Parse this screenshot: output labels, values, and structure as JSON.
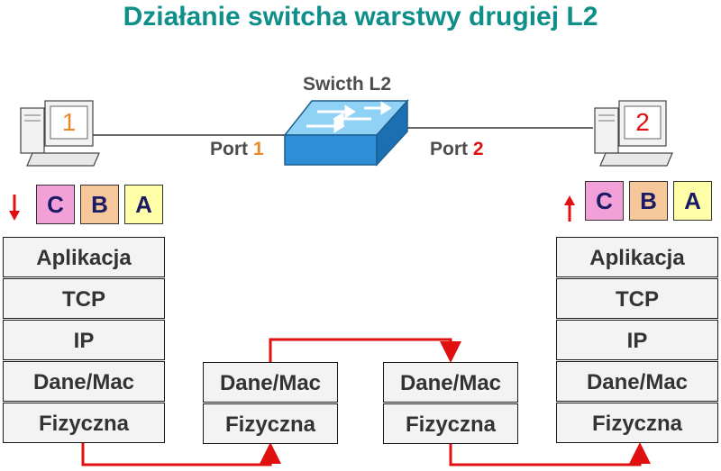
{
  "title": "Działanie switcha warstwy drugiej L2",
  "switch": {
    "label": "Swicth L2"
  },
  "ports": [
    {
      "label": "Port ",
      "number": "1"
    },
    {
      "label": "Port ",
      "number": "2"
    }
  ],
  "hosts": [
    {
      "number": "1",
      "number_color": "#e8892a"
    },
    {
      "number": "2",
      "number_color": "#e01010"
    }
  ],
  "blocks": {
    "left": [
      "C",
      "B",
      "A"
    ],
    "right": [
      "C",
      "B",
      "A"
    ]
  },
  "stacks": {
    "host_left": [
      "Aplikacja",
      "TCP",
      "IP",
      "Dane/Mac",
      "Fizyczna"
    ],
    "switch_in": [
      "Dane/Mac",
      "Fizyczna"
    ],
    "switch_out": [
      "Dane/Mac",
      "Fizyczna"
    ],
    "host_right": [
      "Aplikacja",
      "TCP",
      "IP",
      "Dane/Mac",
      "Fizyczna"
    ]
  },
  "colors": {
    "title": "#0f8f8a",
    "arrow": "#e01010",
    "switch": "#3a9be0"
  }
}
